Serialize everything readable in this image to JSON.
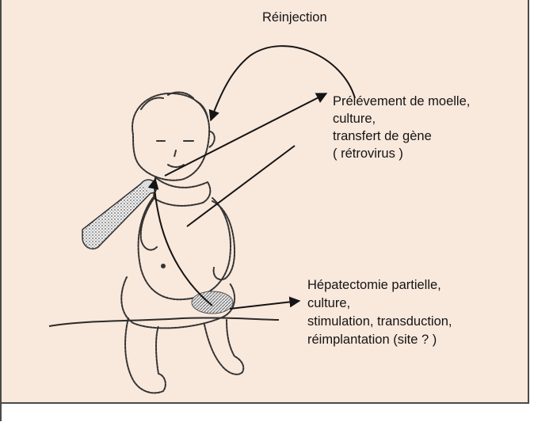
{
  "colors": {
    "background": "#f9e8dc",
    "ink": "#141414",
    "frame": "#4a4a4a"
  },
  "labels": {
    "reinjection": "Réinjection",
    "marrow": [
      "Prélévement de moelle,",
      "culture,",
      "transfert de gène",
      "( rétrovirus )"
    ],
    "liver": [
      "Hépatectomie partielle,",
      "culture,",
      "stimulation, transduction,",
      "réimplantation (site ? )"
    ]
  }
}
